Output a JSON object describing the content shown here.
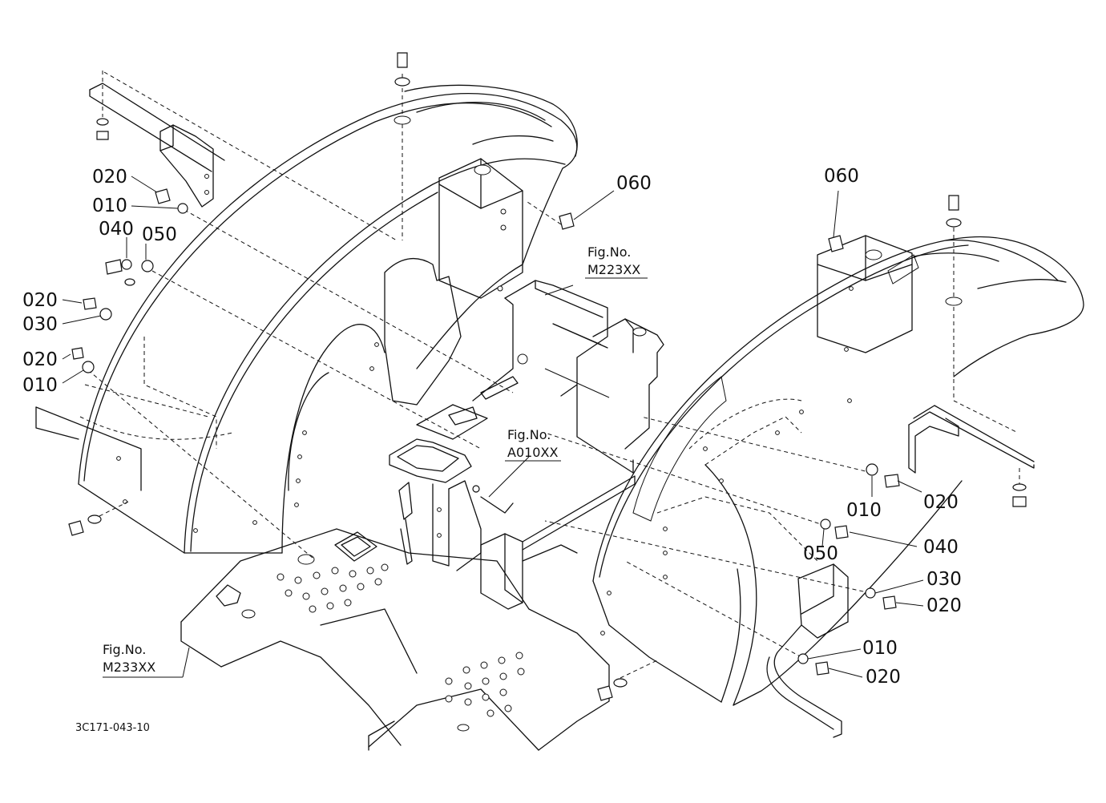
{
  "callouts": {
    "left_020_a": "020",
    "left_010_a": "010",
    "left_040": "040",
    "left_050": "050",
    "left_020_b": "020",
    "left_030": "030",
    "left_020_c": "020",
    "left_010_b": "010",
    "center_060": "060",
    "right_060": "060",
    "right_010_a": "010",
    "right_020_a": "020",
    "right_050": "050",
    "right_040": "040",
    "right_030": "030",
    "right_020_b": "020",
    "right_010_b": "010",
    "right_020_c": "020"
  },
  "references": {
    "m223": {
      "label": "Fig.No.",
      "code": "M223XX"
    },
    "a010": {
      "label": "Fig.No.",
      "code": "A010XX"
    },
    "m233": {
      "label": "Fig.No.",
      "code": "M233XX"
    }
  },
  "drawing_code": "3C171-043-10"
}
